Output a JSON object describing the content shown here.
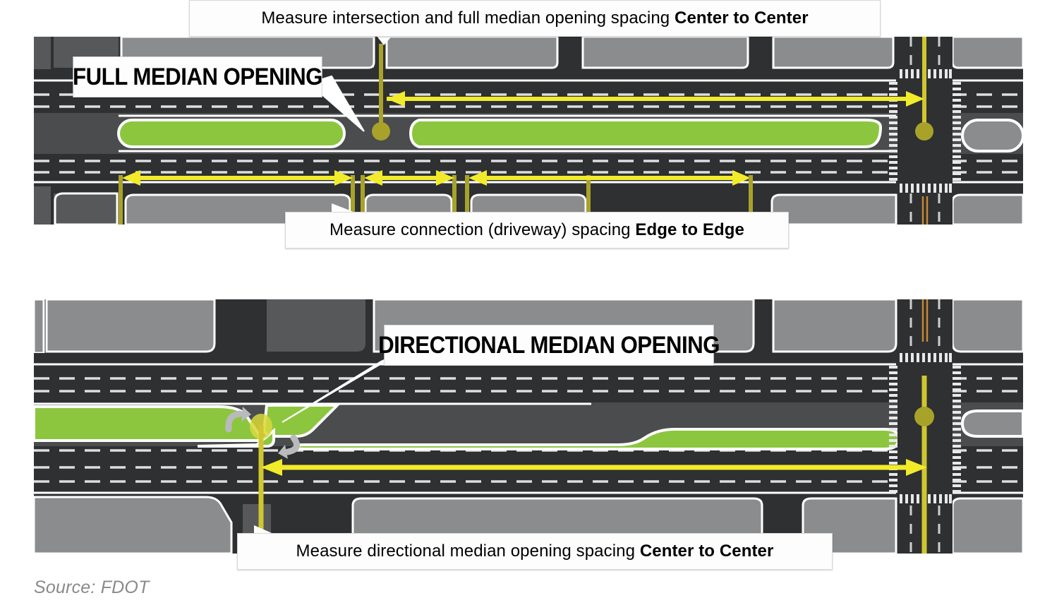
{
  "figure": {
    "title": "Median opening and connection spacing measurement diagram",
    "source_label": "Source: FDOT"
  },
  "colors": {
    "background": "#ffffff",
    "pavement_dark": "#2e3032",
    "pavement_mid": "#3a3c3e",
    "median_pavement": "#4a4c4e",
    "parcel_gray": "#8a8c8e",
    "parcel_gray_dark": "#56585a",
    "lane_marking": "#ffffff",
    "median_green": "#8cc63f",
    "dimension_yellow": "#f2eb2a",
    "reference_olive": "#a8a22a",
    "cross_street_centerline": "#c98a2e",
    "callout_text": "#000000",
    "source_text": "#8a8a8a",
    "turn_arrow_gray": "#b8babc"
  },
  "top_panel": {
    "name": "full-median-opening-panel",
    "heading_callout": "FULL MEDIAN OPENING",
    "top_callout": {
      "text_plain_1": "Measure intersection and full median opening spacing ",
      "text_bold": "Center to Center"
    },
    "bottom_callout": {
      "text_plain_1": "Measure connection (driveway) spacing ",
      "text_bold": "Edge to Edge"
    },
    "dimension_arrows": [
      {
        "id": "median-opening-to-intersection",
        "type": "double-headed",
        "measure": "center-to-center"
      },
      {
        "id": "driveway-span-1",
        "type": "double-headed",
        "measure": "edge-to-edge"
      },
      {
        "id": "driveway-span-2",
        "type": "double-headed",
        "measure": "edge-to-edge"
      },
      {
        "id": "driveway-span-3",
        "type": "double-headed",
        "measure": "edge-to-edge"
      }
    ],
    "reference_markers": [
      {
        "id": "full-median-opening-center",
        "style": "line-with-dot"
      },
      {
        "id": "intersection-center",
        "style": "line-with-dot"
      }
    ]
  },
  "bottom_panel": {
    "name": "directional-median-opening-panel",
    "heading_callout": "DIRECTIONAL MEDIAN OPENING",
    "bottom_callout": {
      "text_plain_1": "Measure directional median opening spacing ",
      "text_bold": "Center to Center"
    },
    "dimension_arrows": [
      {
        "id": "directional-opening-to-intersection",
        "type": "double-headed",
        "measure": "center-to-center"
      }
    ],
    "reference_markers": [
      {
        "id": "directional-median-opening-center",
        "style": "line-with-dot"
      },
      {
        "id": "intersection-center",
        "style": "line-with-dot"
      }
    ],
    "turn_movement_icons": [
      {
        "id": "left-turn-arrow-westbound",
        "glyph": "curved-arrow"
      },
      {
        "id": "left-turn-arrow-eastbound",
        "glyph": "curved-arrow"
      }
    ]
  },
  "icons": {
    "crosswalk": "ladder-crosswalk-marking",
    "median_island": "green-median-island",
    "reference_dot": "center-reference-dot",
    "arrowhead": "dimension-arrowhead"
  }
}
